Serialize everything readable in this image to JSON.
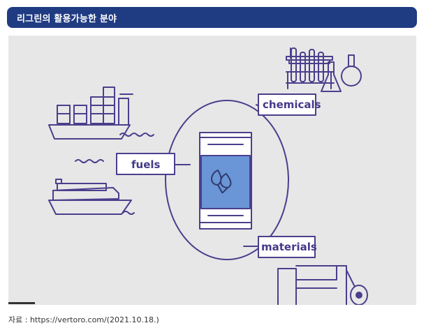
{
  "header": {
    "title": "리그린의 활용가능한 분야"
  },
  "figure": {
    "labels": {
      "chemicals": "chemicals",
      "fuels": "fuels",
      "materials": "materials"
    },
    "icons": [
      "cargo-ship-icon",
      "cruise-ship-icon",
      "barrel-leaf-icon",
      "lab-glassware-icon",
      "armchair-icon",
      "tennis-racket-icon",
      "water-waves-icon"
    ],
    "colors": {
      "line": "#4a3f8c",
      "barrel_panel": "#6a95d6",
      "background": "#e7e7e7",
      "header": "#1f3b82"
    }
  },
  "source": {
    "text": "자료 : https://vertoro.com/(2021.10.18.)"
  }
}
